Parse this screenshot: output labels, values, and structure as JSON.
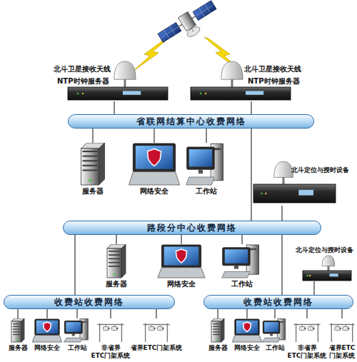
{
  "diagram": {
    "nodes": [
      {
        "text": [
          "北斗卫星接收天线",
          "NTP时钟服务器"
        ]
      },
      {
        "text": [
          "北斗卫星接收天线",
          "NTP时钟服务器"
        ]
      },
      {
        "text": [
          "省联网结算中心收费网络"
        ]
      },
      {
        "text": [
          "服务器"
        ]
      },
      {
        "text": [
          "网络安全"
        ]
      },
      {
        "text": [
          "工作站"
        ]
      },
      {
        "text": [
          "北斗定位与授时设备"
        ]
      },
      {
        "text": [
          "路段分中心收费网络"
        ]
      },
      {
        "text": [
          "服务器"
        ]
      },
      {
        "text": [
          "网络安全"
        ]
      },
      {
        "text": [
          "工作站"
        ]
      },
      {
        "text": [
          "北斗定位与授时设备"
        ]
      },
      {
        "text": [
          "收费站收费网络"
        ]
      },
      {
        "text": [
          "收费站收费网络"
        ]
      },
      {
        "text": [
          "服务器"
        ]
      },
      {
        "text": [
          "网络安全"
        ]
      },
      {
        "text": [
          "工作站"
        ]
      },
      {
        "text": [
          "非省界 ETC门架系统"
        ]
      },
      {
        "text": [
          "省界ETC门架系统"
        ]
      },
      {
        "text": [
          "服务器"
        ]
      },
      {
        "text": [
          "网络安全"
        ]
      },
      {
        "text": [
          "工作站"
        ]
      },
      {
        "text": [
          "非省界 ETC门架系统"
        ]
      },
      {
        "text": [
          "省界ETC 门架系统"
        ]
      }
    ],
    "edges": [
      {
        "from": 0,
        "to": 2,
        "arrow": "none"
      },
      {
        "from": 1,
        "to": 2,
        "arrow": "none"
      },
      {
        "from": 2,
        "to": 3,
        "arrow": "none"
      },
      {
        "from": 2,
        "to": 4,
        "arrow": "none"
      },
      {
        "from": 2,
        "to": 5,
        "arrow": "none"
      },
      {
        "from": 2,
        "to": 7,
        "arrow": "none"
      },
      {
        "from": 6,
        "to": 7,
        "arrow": "none"
      },
      {
        "from": 7,
        "to": 8,
        "arrow": "none"
      },
      {
        "from": 7,
        "to": 9,
        "arrow": "none"
      },
      {
        "from": 7,
        "to": 10,
        "arrow": "none"
      },
      {
        "from": 7,
        "to": 12,
        "arrow": "none"
      },
      {
        "from": 7,
        "to": 13,
        "arrow": "none"
      },
      {
        "from": 11,
        "to": 13,
        "arrow": "none"
      },
      {
        "from": 12,
        "to": 14,
        "arrow": "none"
      },
      {
        "from": 12,
        "to": 15,
        "arrow": "none"
      },
      {
        "from": 12,
        "to": 16,
        "arrow": "none"
      },
      {
        "from": 12,
        "to": 17,
        "arrow": "none"
      },
      {
        "from": 12,
        "to": 18,
        "arrow": "none"
      },
      {
        "from": 13,
        "to": 19,
        "arrow": "none"
      },
      {
        "from": 13,
        "to": 20,
        "arrow": "none"
      },
      {
        "from": 13,
        "to": 21,
        "arrow": "none"
      },
      {
        "from": 13,
        "to": 22,
        "arrow": "none"
      },
      {
        "from": 13,
        "to": 23,
        "arrow": "none"
      }
    ]
  }
}
